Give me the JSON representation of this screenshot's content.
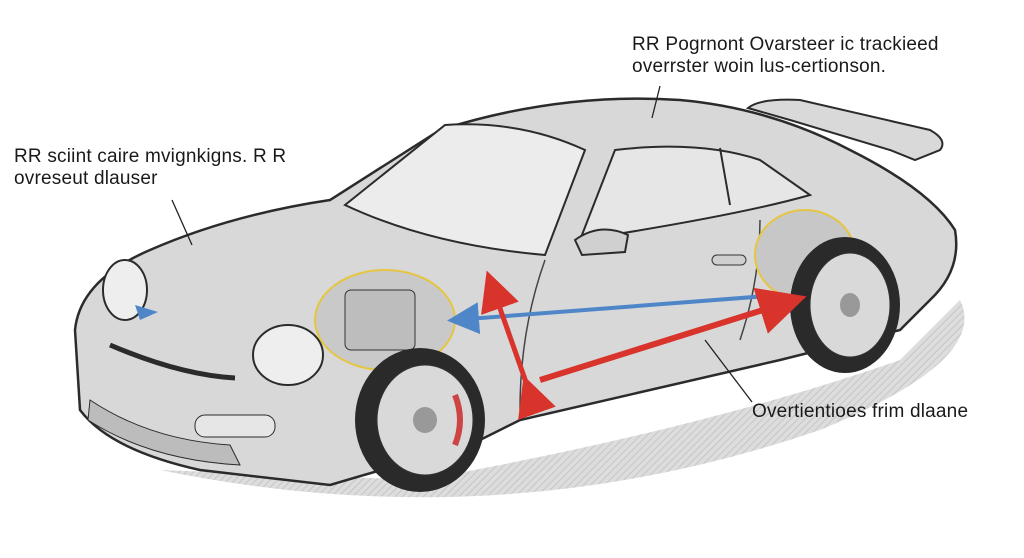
{
  "annotations": {
    "left": {
      "line1": "RR sciint caire mvignkigns. R R",
      "line2": "ovreseut dlauser"
    },
    "top": {
      "line1": "RR Pogrnont Ovarsteer  ic trackieed",
      "line2": "overrster woin  lus-certionson."
    },
    "bottom": {
      "line1": "Overtientioes frim dlaane"
    }
  },
  "colors": {
    "body": "#d6d6d6",
    "outline": "#2b2b2b",
    "force_arrow_red": "#d8342c",
    "force_arrow_blue": "#4f86c8",
    "highlight_yellow": "#e5c542"
  }
}
